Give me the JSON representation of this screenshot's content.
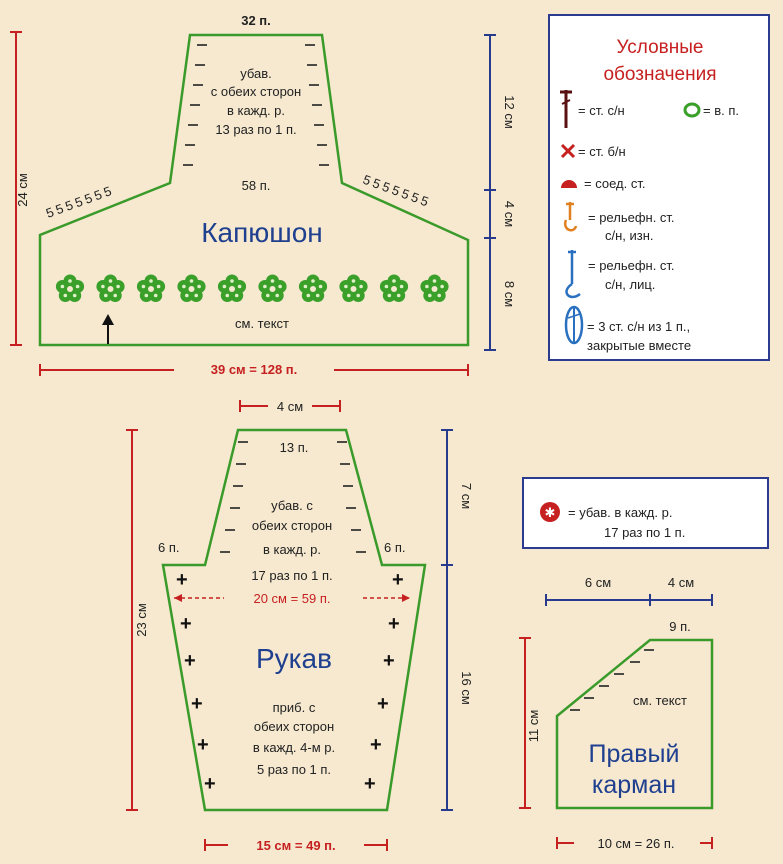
{
  "hood": {
    "title": "Капюшон",
    "top": "32 п.",
    "dec1": "убав.",
    "dec2": "с обеих сторон",
    "dec3": "в кажд. р.",
    "dec4": "13 раз по 1 п.",
    "mid": "58 п.",
    "steps": "5555555",
    "note": "см. текст",
    "width": "39 см = 128 п.",
    "height": "24 см",
    "h1": "12 см",
    "h2": "4 см",
    "h3": "8 см"
  },
  "legend": {
    "title1": "Условные",
    "title2": "обозначения",
    "dc": "= ст. с/н",
    "ch": "= в. п.",
    "sc": "= ст. б/н",
    "sl": "= соед. ст.",
    "rbp1": "= рельефн. ст.",
    "rbp2": "с/н, изн.",
    "rfp1": "= рельефн. ст.",
    "rfp2": "с/н, лиц.",
    "cl1": "= 3 ст. с/н из 1 п.,",
    "cl2": "закрытые вместе"
  },
  "sleeve": {
    "title": "Рукав",
    "topw": "4 см",
    "top": "13 п.",
    "dec1": "убав. с",
    "dec2": "обеих сторон",
    "dec3": "в кажд. р.",
    "dec4": "17 раз по 1 п.",
    "side_l": "6 п.",
    "side_r": "6 п.",
    "width_mid": "20 см = 59 п.",
    "inc1": "приб. с",
    "inc2": "обеих сторон",
    "inc3": "в кажд. 4-м р.",
    "inc4": "5 раз по 1 п.",
    "bottom": "15 см = 49 п.",
    "height": "23 см",
    "h1": "7 см",
    "h2": "16 см"
  },
  "increase_box": {
    "line1": "= убав. в кажд. р.",
    "line2": "17 раз по 1 п."
  },
  "pocket": {
    "title1": "Правый",
    "title2": "карман",
    "w1": "6 см",
    "w2": "4 см",
    "top": "9 п.",
    "note": "см. текст",
    "height": "11 см",
    "bottom": "10 см = 26 п."
  },
  "colors": {
    "outline": "#3a9a2a",
    "dim_red": "#c62020",
    "dim_blue": "#283a8c",
    "flower": "#3aa02a"
  }
}
